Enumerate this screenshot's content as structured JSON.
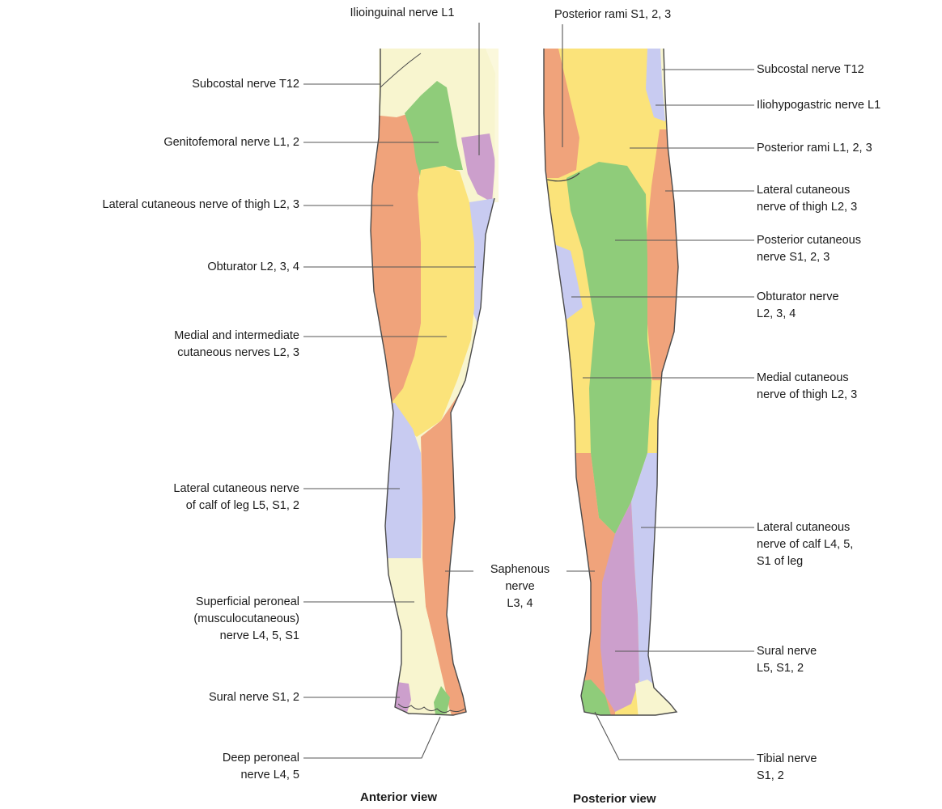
{
  "colors": {
    "subcostal": "#f8f5cf",
    "ilioinguinal": "#cc9fcc",
    "genitofemoral": "#8fcc7a",
    "lateral_cutaneous_thigh": "#f0a37b",
    "obturator": "#c8cbf1",
    "medial_intermediate": "#fbe37a",
    "lateral_calf": "#c8cbf1",
    "saphenous": "#f0a37b",
    "superficial_peroneal": "#f8f5cf",
    "sural": "#cc9fcc",
    "deep_peroneal": "#8fcc7a",
    "posterior_rami_S": "#f0a37b",
    "posterior_rami_L": "#fbe37a",
    "posterior_cutaneous": "#8fcc7a",
    "tibial": "#8fcc7a",
    "outline": "#4a4a4a",
    "leader": "#555555"
  },
  "anterior": {
    "caption": "Anterior view",
    "labels": {
      "ilioinguinal": "Ilioinguinal nerve L1",
      "subcostal": "Subcostal nerve T12",
      "genitofemoral": "Genitofemoral nerve L1, 2",
      "lateral_cutaneous_thigh": "Lateral cutaneous nerve of thigh L2, 3",
      "obturator": "Obturator L2, 3, 4",
      "medial_intermediate": "Medial and intermediate\ncutaneous nerves L2, 3",
      "lateral_calf": "Lateral cutaneous nerve\nof calf of leg L5, S1, 2",
      "saphenous": "Saphenous\nnerve\nL3, 4",
      "superficial_peroneal": "Superficial peroneal\n(musculocutaneous)\nnerve L4, 5, S1",
      "sural": "Sural nerve S1, 2",
      "deep_peroneal": "Deep peroneal\nnerve L4, 5"
    }
  },
  "posterior": {
    "caption": "Posterior view",
    "labels": {
      "posterior_rami_S": "Posterior rami S1, 2, 3",
      "subcostal": "Subcostal nerve T12",
      "iliohypogastric": "Iliohypogastric nerve L1",
      "posterior_rami_L": "Posterior rami L1, 2, 3",
      "lateral_cutaneous_thigh": "Lateral cutaneous\nnerve of thigh L2, 3",
      "posterior_cutaneous": "Posterior cutaneous\nnerve S1, 2, 3",
      "obturator": "Obturator nerve\nL2, 3, 4",
      "medial_cutaneous": "Medial cutaneous\nnerve of thigh L2, 3",
      "lateral_calf": "Lateral cutaneous\nnerve of calf L4, 5,\nS1 of leg",
      "sural": "Sural nerve\nL5, S1, 2",
      "tibial": "Tibial nerve\nS1, 2"
    }
  }
}
